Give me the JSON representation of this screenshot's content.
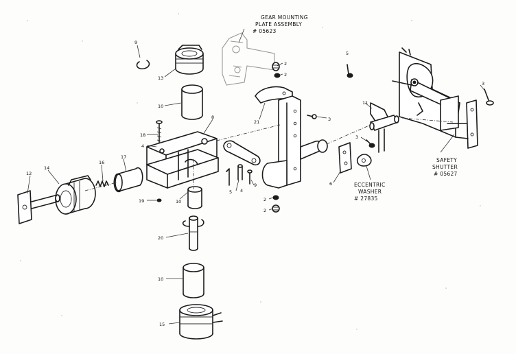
{
  "assembly_labels": {
    "gear_plate": {
      "line1": "GEAR MOUNTING",
      "line2": "PLATE ASSEMBLY",
      "part_no": "# 05623"
    },
    "safety_shutter": {
      "line1": "SAFETY",
      "line2": "SHUTTER",
      "part_no": "# 05627"
    },
    "eccentric_washer": {
      "line1": "ECCENTRIC",
      "line2": "WASHER",
      "part_no": "# 27835"
    }
  },
  "callouts": {
    "c9a": "9",
    "c13": "13",
    "c10a": "10",
    "c18": "18",
    "c4": "4",
    "c8": "8",
    "c16": "16",
    "c17": "17",
    "c14": "14",
    "c12": "12",
    "c10b": "10",
    "c19": "19",
    "c20": "20",
    "c10c": "10",
    "c15": "15",
    "c21": "21",
    "c2a": "2",
    "c2b": "2",
    "c5a": "5",
    "c3a": "3",
    "c11": "11",
    "c3b": "3",
    "c3c": "3",
    "c5b": "5",
    "c4b": "4",
    "c9b": "9",
    "c2c": "2",
    "c2d": "2",
    "c6": "6"
  }
}
